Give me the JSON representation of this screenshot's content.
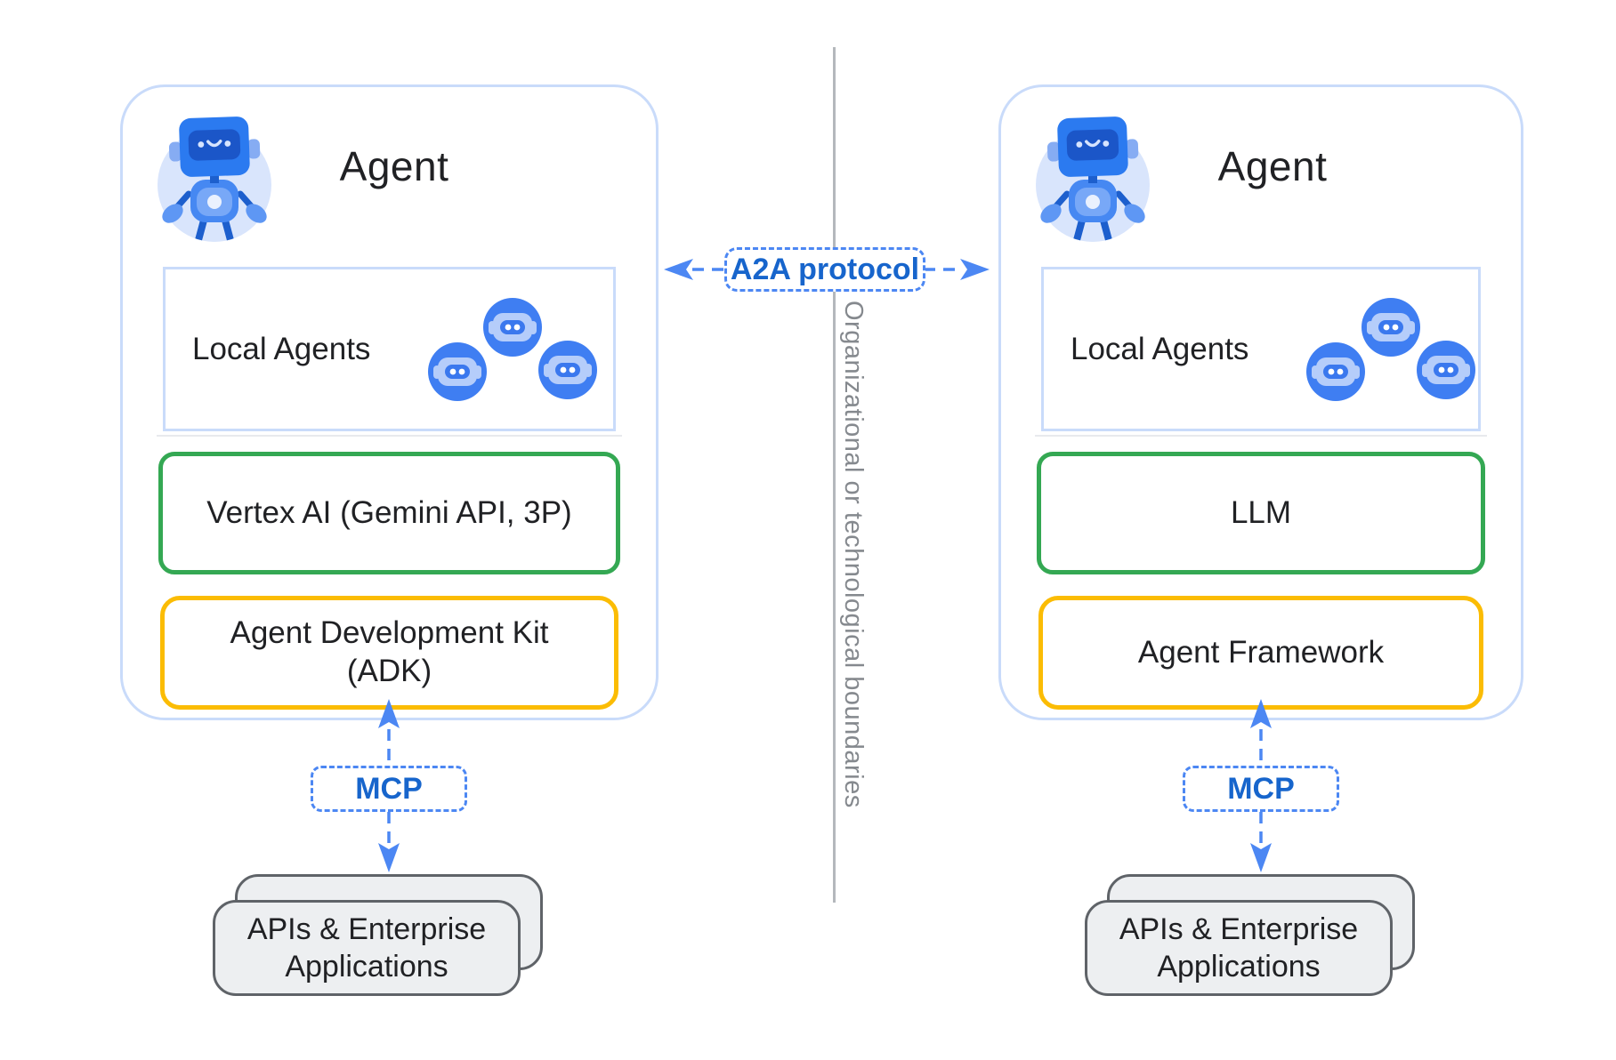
{
  "left_agent": {
    "title": "Agent",
    "local_agents": "Local Agents",
    "model": "Vertex AI (Gemini API, 3P)",
    "framework": "Agent Development Kit\n(ADK)",
    "mcp": "MCP",
    "apps": "APIs & Enterprise\nApplications"
  },
  "right_agent": {
    "title": "Agent",
    "local_agents": "Local Agents",
    "model": "LLM",
    "framework": "Agent Framework",
    "mcp": "MCP",
    "apps": "APIs & Enterprise\nApplications"
  },
  "center": {
    "a2a": "A2A protocol",
    "boundary": "Organizational or technological boundaries"
  },
  "colors": {
    "card_border_blue": "#c9dbfa",
    "green_border": "#34a853",
    "yellow_border": "#fbbc04",
    "arrow_blue": "#4c87f3",
    "protocol_text_blue": "#1765cc",
    "boundary_line_gray": "#b4b8bc",
    "boundary_text_gray": "#85898e",
    "apps_card_fill": "#edeff1",
    "apps_card_border": "#5f6368",
    "text_dark": "#202124"
  }
}
